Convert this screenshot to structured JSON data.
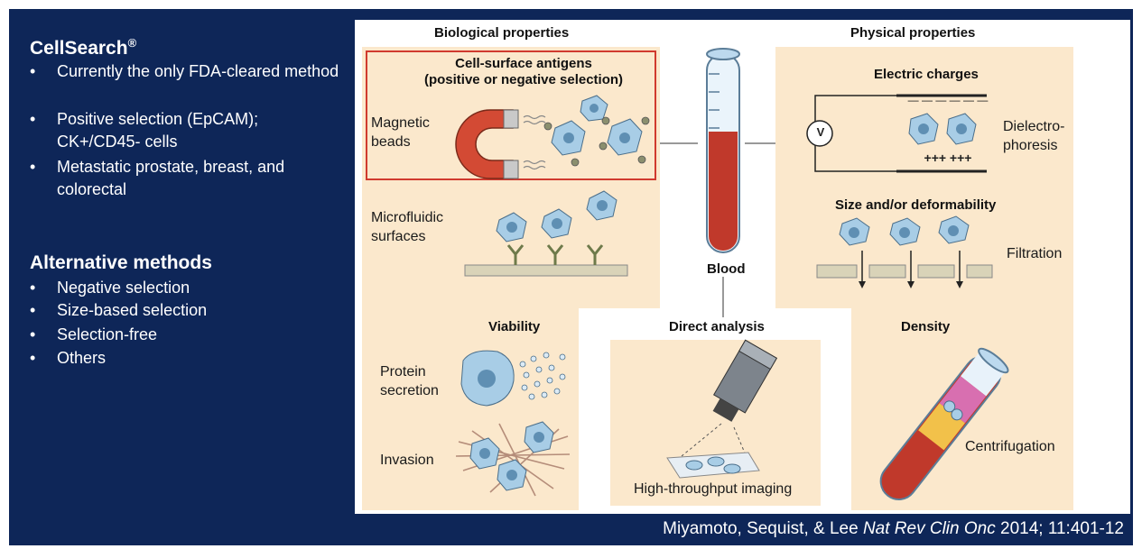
{
  "left": {
    "cellsearch_title": "CellSearch",
    "cellsearch_mark": "®",
    "cellsearch_bullets": [
      "Currently the only FDA-cleared method",
      "Positive selection (EpCAM); CK+/CD45- cells",
      "Metastatic prostate, breast, and colorectal"
    ],
    "alt_title": "Alternative methods",
    "alt_bullets": [
      "Negative selection",
      "Size-based selection",
      "Selection-free",
      "Others"
    ]
  },
  "figure": {
    "bio_title": "Biological properties",
    "phys_title": "Physical properties",
    "antigen_title": "Cell-surface antigens\n(positive or negative selection)",
    "magnetic_beads": "Magnetic\nbeads",
    "microfluidic": "Microfluidic\nsurfaces",
    "blood": "Blood",
    "electric_title": "Electric charges",
    "voltage_symbol": "V",
    "minus_signs": "— — —   — — —",
    "plus_signs": "+++  +++",
    "dielectro": "Dielectro-\nphoresis",
    "size_title": "Size and/or deformability",
    "filtration": "Filtration",
    "viability_title": "Viability",
    "protein_secretion": "Protein\nsecretion",
    "invasion": "Invasion",
    "direct_title": "Direct analysis",
    "imaging": "High-throughput imaging",
    "density_title": "Density",
    "centrifugation": "Centrifugation"
  },
  "citation": {
    "authors": "Miyamoto, Sequist, & Lee ",
    "journal": "Nat Rev Clin Onc",
    "details": " 2014; 11:401-12"
  },
  "colors": {
    "background": "#0e2658",
    "panel": "#fbe8cc",
    "highlight_border": "#d03a2e",
    "cell": "#a8cde6",
    "blood_red": "#c0392b"
  }
}
